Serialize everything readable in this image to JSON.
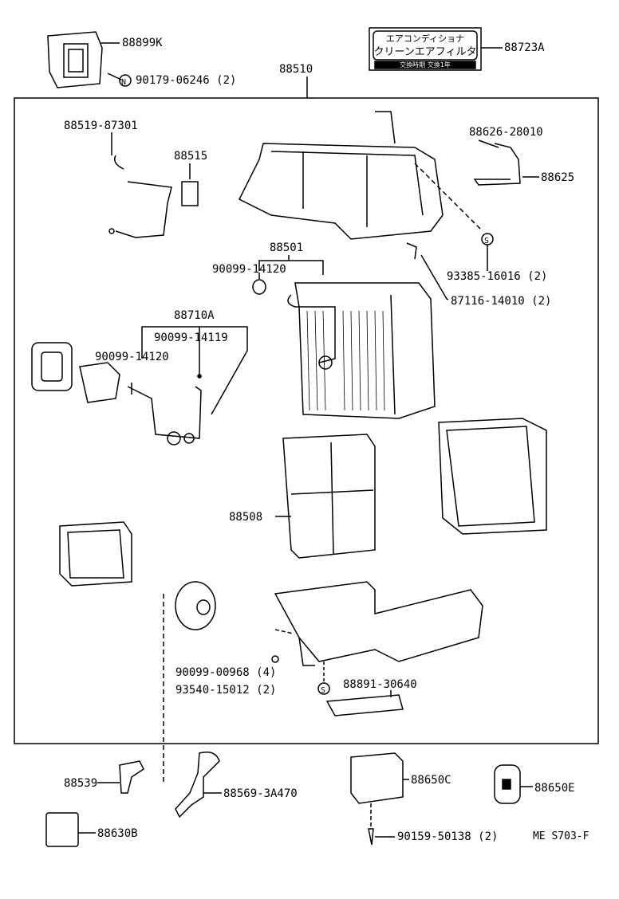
{
  "diagram": {
    "label_card": {
      "line1": "エアコンディショナ",
      "line2": "クリーンエアフィルタ",
      "line3": "交換時期 交換1年"
    },
    "markers": {
      "n": "N",
      "s": "S"
    },
    "parts": [
      {
        "id": "88899K"
      },
      {
        "id": "90179-06246 (2)"
      },
      {
        "id": "88723A"
      },
      {
        "id": "88510"
      },
      {
        "id": "88519-87301"
      },
      {
        "id": "88515"
      },
      {
        "id": "88626-28010"
      },
      {
        "id": "88625"
      },
      {
        "id": "88501"
      },
      {
        "id": "90099-14120"
      },
      {
        "id": "93385-16016 (2)"
      },
      {
        "id": "87116-14010 (2)"
      },
      {
        "id": "88710A"
      },
      {
        "id": "90099-14119"
      },
      {
        "id": "90099-14120"
      },
      {
        "id": "88508"
      },
      {
        "id": "90099-00968 (4)"
      },
      {
        "id": "93540-15012 (2)"
      },
      {
        "id": "88891-30640"
      },
      {
        "id": "88539"
      },
      {
        "id": "88569-3A470"
      },
      {
        "id": "88650C"
      },
      {
        "id": "88650E"
      },
      {
        "id": "88630B"
      },
      {
        "id": "90159-50138 (2)"
      }
    ],
    "figure_code": "ME S703-F"
  }
}
